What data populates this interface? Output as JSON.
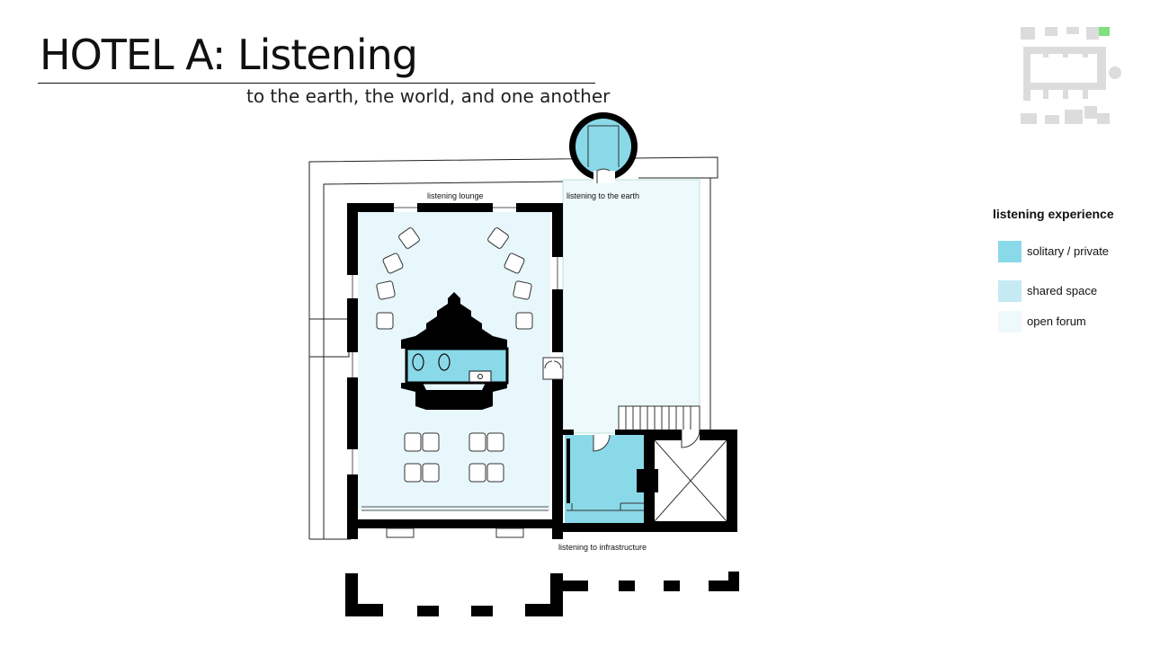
{
  "title": "HOTEL A: Listening",
  "subtitle": "to the earth, the world, and one another",
  "labels": {
    "lounge": "listening lounge",
    "earth": "listening to the earth",
    "infrastructure": "listening to infrastructure"
  },
  "legend": {
    "title": "listening experience",
    "items": [
      {
        "label": "solitary / private",
        "color": "#8ad9e8"
      },
      {
        "label": "shared space",
        "color": "#c6eaf3"
      },
      {
        "label": "open forum",
        "color": "#eef9fb"
      }
    ]
  },
  "colors": {
    "wall": "#000000",
    "key_plan": "#dcdcdc",
    "key_plan_highlight": "#7ee07e"
  }
}
